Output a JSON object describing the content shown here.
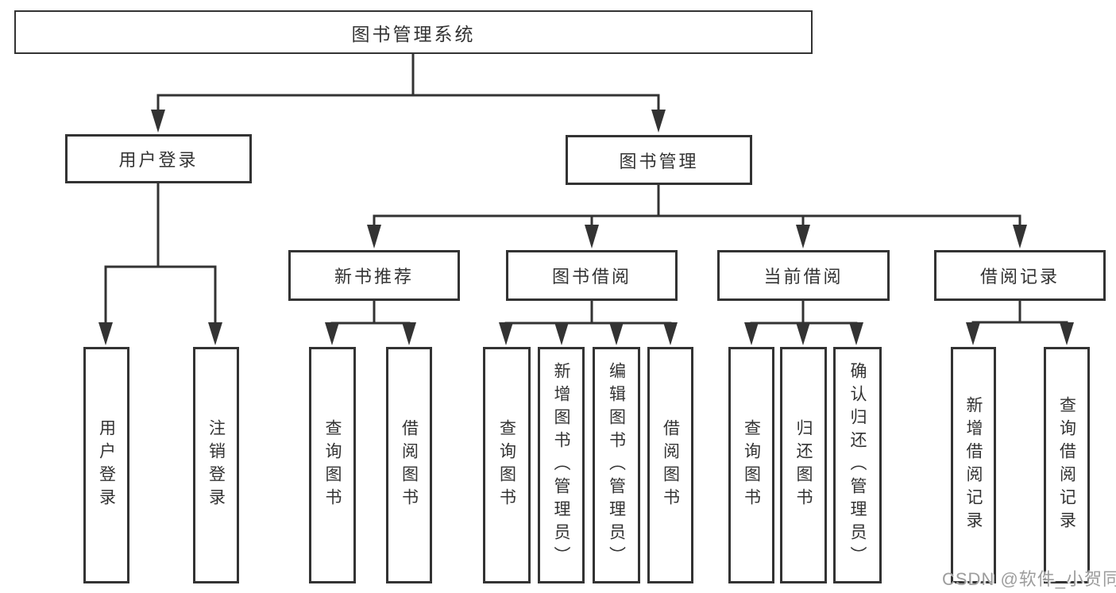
{
  "title": "图书管理系统",
  "tree": {
    "label": "图书管理系统",
    "children": [
      {
        "label": "用户登录",
        "children": [
          {
            "label": "用户登录"
          },
          {
            "label": "注销登录"
          }
        ]
      },
      {
        "label": "图书管理",
        "children": [
          {
            "label": "新书推荐",
            "children": [
              {
                "label": "查询图书"
              },
              {
                "label": "借阅图书"
              }
            ]
          },
          {
            "label": "图书借阅",
            "children": [
              {
                "label": "查询图书"
              },
              {
                "label": "新增图书（管理员）"
              },
              {
                "label": "编辑图书（管理员）"
              },
              {
                "label": "借阅图书"
              }
            ]
          },
          {
            "label": "当前借阅",
            "children": [
              {
                "label": "查询图书"
              },
              {
                "label": "归还图书"
              },
              {
                "label": "确认归还（管理员）"
              }
            ]
          },
          {
            "label": "借阅记录",
            "children": [
              {
                "label": "新增借阅记录"
              },
              {
                "label": "查询借阅记录"
              }
            ]
          }
        ]
      }
    ]
  },
  "watermark": "CSDN @软件_小贺同学",
  "colors": {
    "line": "#333333",
    "text": "#333333",
    "box_background": "#ffffff",
    "watermark": "#9d9d9d",
    "page_background": "#ffffff"
  }
}
